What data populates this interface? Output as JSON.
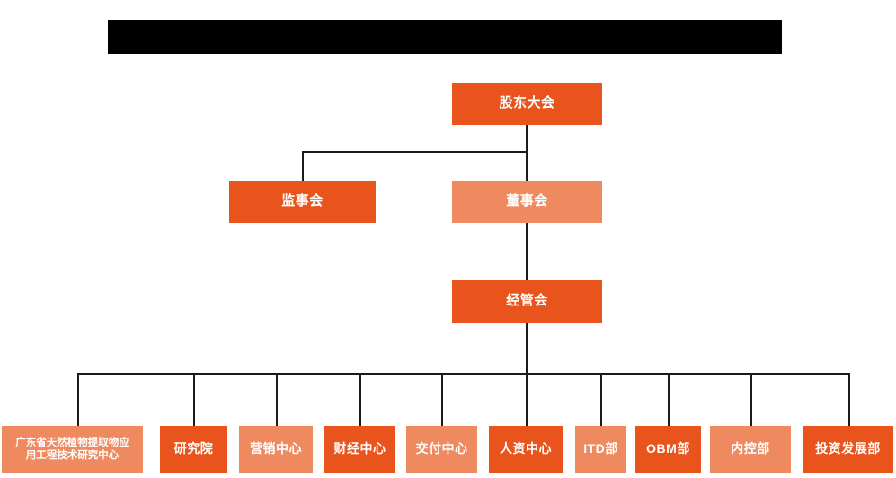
{
  "diagram": {
    "type": "org-chart",
    "title_bar": {
      "label": "",
      "state": "redacted",
      "color": "#000000"
    },
    "colors": {
      "background": "#ffffff",
      "node_deep": "#e8541c",
      "node_light": "#ef8a60",
      "connector": "#1b1b1b",
      "node_text": "#ffffff"
    },
    "levels": {
      "level1": [
        {
          "label": "股东大会",
          "style": "deep"
        }
      ],
      "level2": [
        {
          "label": "监事会",
          "style": "deep"
        },
        {
          "label": "董事会",
          "style": "light"
        }
      ],
      "level3": [
        {
          "label": "经管会",
          "style": "deep"
        }
      ],
      "level4": [
        {
          "label": "广东省天然植物提取物应用工程技术研究中心",
          "line1": "广东省天然植物提取物应",
          "line2": "用工程技术研究中心",
          "style": "light"
        },
        {
          "label": "研究院",
          "style": "deep"
        },
        {
          "label": "营销中心",
          "style": "light"
        },
        {
          "label": "财经中心",
          "style": "deep"
        },
        {
          "label": "交付中心",
          "style": "light"
        },
        {
          "label": "人资中心",
          "style": "deep"
        },
        {
          "label": "ITD部",
          "style": "light"
        },
        {
          "label": "OBM部",
          "style": "deep"
        },
        {
          "label": "内控部",
          "style": "light"
        },
        {
          "label": "投资发展部",
          "style": "deep"
        }
      ]
    }
  }
}
